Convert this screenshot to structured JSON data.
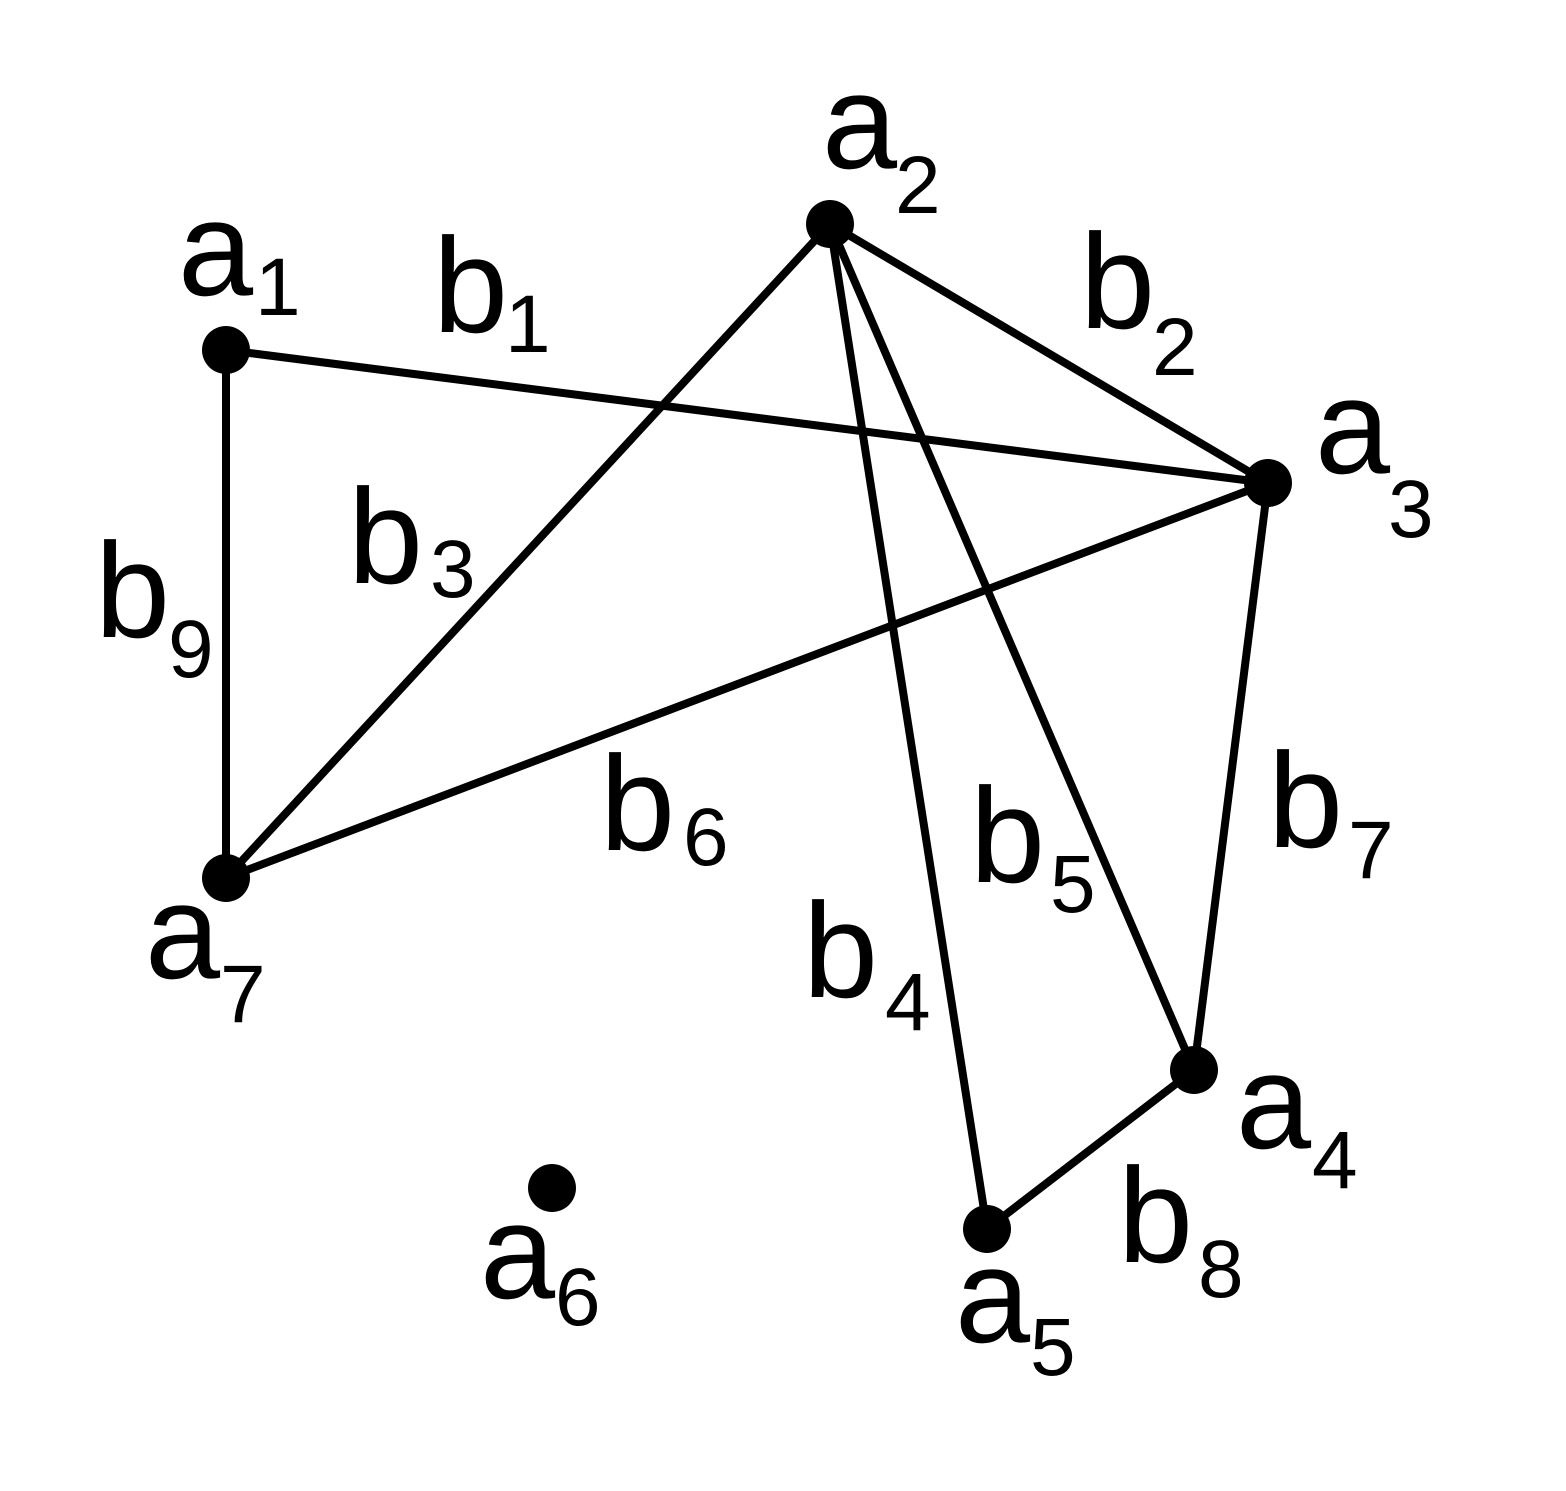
{
  "diagram": {
    "colors": {
      "stroke": "#000000",
      "node": "#000000",
      "background": "#ffffff"
    },
    "nodes": [
      {
        "id": "a1",
        "base": "a",
        "sub": "1"
      },
      {
        "id": "a2",
        "base": "a",
        "sub": "2"
      },
      {
        "id": "a3",
        "base": "a",
        "sub": "3"
      },
      {
        "id": "a4",
        "base": "a",
        "sub": "4"
      },
      {
        "id": "a5",
        "base": "a",
        "sub": "5"
      },
      {
        "id": "a6",
        "base": "a",
        "sub": "6"
      },
      {
        "id": "a7",
        "base": "a",
        "sub": "7"
      }
    ],
    "edges": [
      {
        "id": "b1",
        "base": "b",
        "sub": "1",
        "from": "a1",
        "to": "a3"
      },
      {
        "id": "b2",
        "base": "b",
        "sub": "2",
        "from": "a2",
        "to": "a3"
      },
      {
        "id": "b3",
        "base": "b",
        "sub": "3",
        "from": "a2",
        "to": "a7"
      },
      {
        "id": "b4",
        "base": "b",
        "sub": "4",
        "from": "a2",
        "to": "a5"
      },
      {
        "id": "b5",
        "base": "b",
        "sub": "5",
        "from": "a2",
        "to": "a4"
      },
      {
        "id": "b6",
        "base": "b",
        "sub": "6",
        "from": "a3",
        "to": "a7"
      },
      {
        "id": "b7",
        "base": "b",
        "sub": "7",
        "from": "a3",
        "to": "a4"
      },
      {
        "id": "b8",
        "base": "b",
        "sub": "8",
        "from": "a4",
        "to": "a5"
      },
      {
        "id": "b9",
        "base": "b",
        "sub": "9",
        "from": "a1",
        "to": "a7"
      }
    ]
  }
}
